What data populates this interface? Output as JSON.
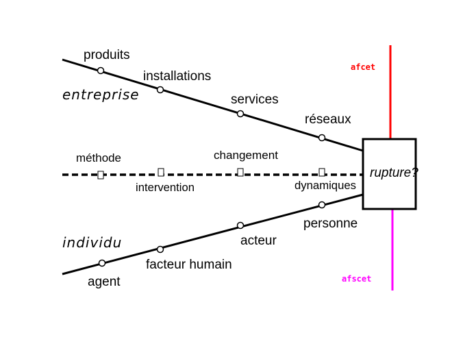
{
  "colors": {
    "ink": "#000000",
    "afcet": "#ff0000",
    "afscet": "#ff00ff"
  },
  "upper_branch": {
    "label": "entreprise",
    "nodes": [
      "produits",
      "installations",
      "services",
      "réseaux"
    ]
  },
  "middle_branch": {
    "nodes": [
      "méthode",
      "intervention",
      "changement",
      "dynamiques"
    ]
  },
  "lower_branch": {
    "label": "individu",
    "nodes": [
      "agent",
      "facteur humain",
      "acteur",
      "personne"
    ]
  },
  "box": {
    "label": "rupture?"
  },
  "tags": {
    "top": "afcet",
    "bottom": "afscet"
  }
}
